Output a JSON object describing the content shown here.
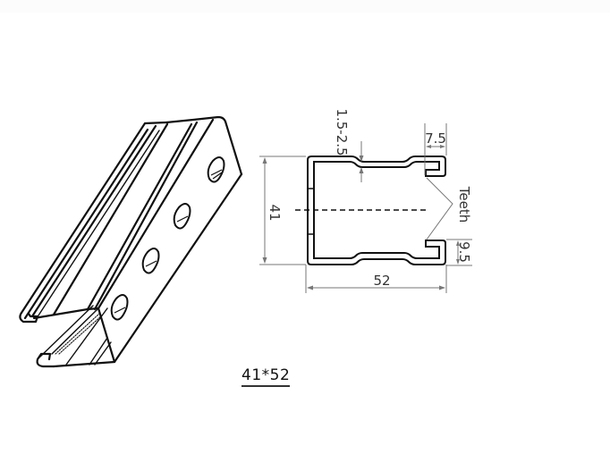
{
  "figure": {
    "type": "technical-drawing",
    "subject": "strut channel profile"
  },
  "isometric_view": {
    "slot_count": 4
  },
  "cross_section": {
    "dimensions": {
      "height": "41",
      "width": "52",
      "thickness": "1.5-2.5",
      "lip_top": "7.5",
      "lip_bottom": "9.5"
    },
    "annotation": "Teeth"
  },
  "caption": "41*52",
  "colors": {
    "outline": "#111111",
    "dimension_line": "#777777",
    "text": "#333333"
  }
}
